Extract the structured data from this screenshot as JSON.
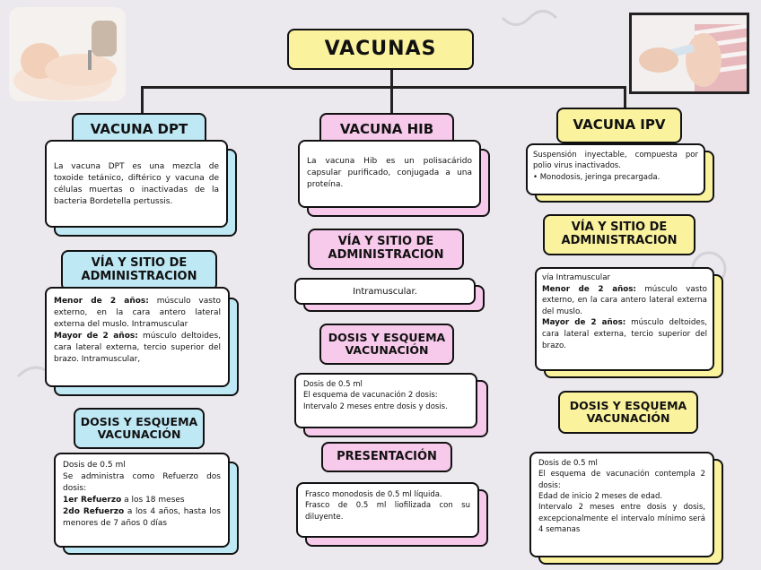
{
  "title": "VACUNAS",
  "dpt": {
    "header": "VACUNA DPT",
    "description": "La vacuna DPT es una mezcla de toxoide tetánico, diftérico y vacuna de células muertas o inactivadas de la bacteria Bordetella pertussis.",
    "via_header": "VÍA Y SITIO DE ADMINISTRACION",
    "via_menor_label": "Menor de 2 años:",
    "via_menor_text": "músculo vasto externo, en la cara antero lateral externa del muslo. Intramuscular",
    "via_mayor_label": "Mayor de 2 años:",
    "via_mayor_text": "músculo deltoides, cara lateral externa, tercio superior del brazo. Intramuscular,",
    "dosis_header": "DOSIS Y ESQUEMA VACUNACIÓN",
    "dosis_line1": "Dosis de 0.5 ml",
    "dosis_line2": "Se administra como Refuerzo dos dosis:",
    "ref1_label": "1er Refuerzo",
    "ref1_text": "a los 18 meses",
    "ref2_label": "2do Refuerzo",
    "ref2_text": "a los 4 años, hasta los menores de 7 años 0 días"
  },
  "hib": {
    "header": "VACUNA HIB",
    "description": "La vacuna Hib es un polisacárido capsular purificado, conjugada a una proteína.",
    "via_header": "VÍA Y SITIO DE ADMINISTRACION",
    "via_text": "Intramuscular.",
    "dosis_header": "DOSIS Y ESQUEMA VACUNACIÓN",
    "dosis_line1": "Dosis de 0.5 ml",
    "dosis_line2": "El esquema de vacunación 2 dosis:",
    "dosis_line3": "Intervalo 2 meses entre dosis y dosis.",
    "pres_header": "PRESENTACIÓN",
    "pres_line1": "Frasco monodosis de 0.5 ml líquida.",
    "pres_line2": "Frasco de 0.5 ml liofilizada con su diluyente."
  },
  "ipv": {
    "header": "VACUNA IPV",
    "description": "Suspensión inyectable, compuesta por polio virus inactivados.",
    "bullet": "• Monodosis, jeringa precargada.",
    "via_header": "VÍA Y SITIO DE ADMINISTRACION",
    "via_line": "vía Intramuscular",
    "via_menor_label": "Menor de 2 años:",
    "via_menor_text": "músculo vasto externo, en la cara antero lateral externa del muslo.",
    "via_mayor_label": "Mayor de 2 años:",
    "via_mayor_text": "músculo deltoides, cara lateral externa, tercio superior del brazo.",
    "dosis_header": "DOSIS Y ESQUEMA VACUNACIÓN",
    "dosis_line1": "Dosis de 0.5 ml",
    "dosis_line2": "El esquema de vacunación contempla 2 dosis:",
    "dosis_line3": "Edad de inicio 2 meses de edad.",
    "dosis_line4": "Intervalo 2 meses entre dosis y dosis, excepcionalmente el intervalo mínimo será 4 semanas"
  },
  "colors": {
    "background": "#ebe9ee",
    "title": "#fbf29e",
    "dpt": "#bfe8f5",
    "hib": "#f7c9ea",
    "ipv": "#fbf29e"
  }
}
